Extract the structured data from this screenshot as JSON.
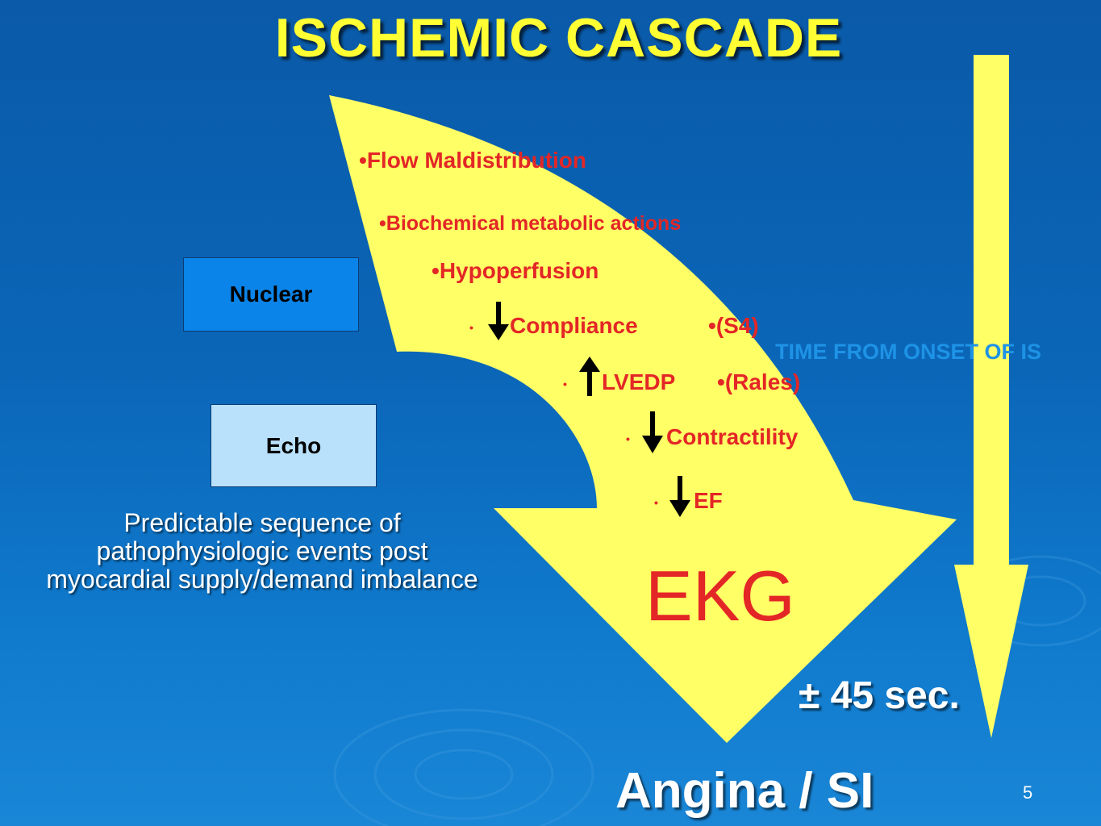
{
  "title": "ISCHEMIC CASCADE",
  "steps": {
    "flow": "Flow Maldistribution",
    "biochem": "Biochemical metabolic actions",
    "hypoperfusion": "Hypoperfusion",
    "compliance": "Compliance",
    "s4": "(S4)",
    "lvedp": "LVEDP",
    "rales": "(Rales)",
    "contractility": "Contractility",
    "ef": "EF"
  },
  "bullet": "•",
  "boxes": {
    "nuclear": "Nuclear",
    "echo": "Echo"
  },
  "description": {
    "line1": "Predictable sequence of",
    "line2": "pathophysiologic events post",
    "line3": "myocardial supply/demand imbalance"
  },
  "ekg": "EKG",
  "time_label": "TIME FROM ONSET OF IS",
  "duration": "± 45 sec.",
  "outcome": "Angina / SI",
  "slide_number": "5",
  "colors": {
    "background": "#0b66b8",
    "title": "#ffff33",
    "arrow": "#ffff66",
    "step_text": "#e32626",
    "nuclear_box": "#0a84e8",
    "echo_box": "#b9e1fb"
  },
  "icons": {
    "compliance": "down-arrow-icon",
    "lvedp": "up-arrow-icon",
    "contractility": "down-arrow-icon",
    "ef": "down-arrow-icon"
  }
}
